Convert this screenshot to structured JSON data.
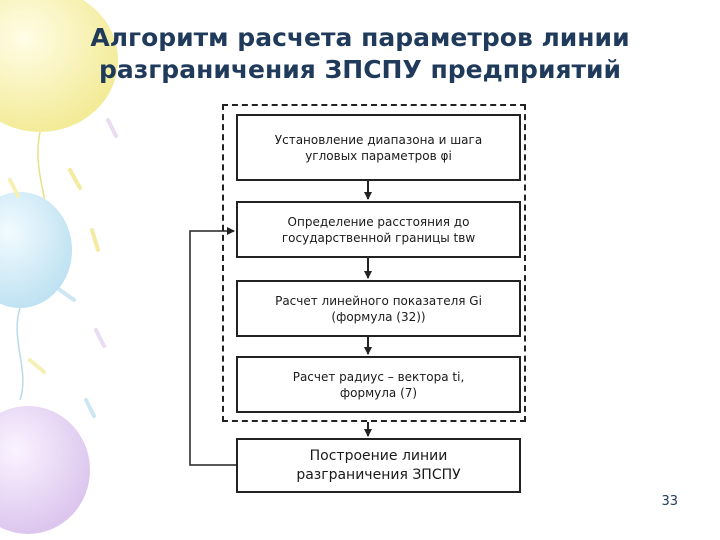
{
  "slide": {
    "title_line1": "Алгоритм расчета параметров линии",
    "title_line2": "разграничения ЗПСПУ предприятий",
    "page_number": "33"
  },
  "steps": [
    {
      "line1": "Установление диапазона и шага",
      "line2": "угловых параметров φi"
    },
    {
      "line1": "Определение расстояния до",
      "line2": "государственной границы tвw"
    },
    {
      "line1": "Расчет линейного показателя  Gi",
      "line2": "(формула (32))"
    },
    {
      "line1": "Расчет радиус – вектора ti,",
      "line2": "формула (7)"
    },
    {
      "line1": "Построение линии",
      "line2": "разграничения ЗПСПУ"
    }
  ],
  "colors": {
    "title": "#1f3a5a",
    "balloon_yellow": "#f6f1a8",
    "balloon_blue": "#cfe9f5",
    "balloon_lilac": "#e4d3f0"
  }
}
